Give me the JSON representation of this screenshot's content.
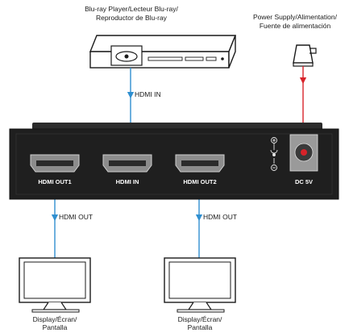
{
  "sources": {
    "bluray_label_line1": "Blu-ray Player/Lecteur Blu-ray/",
    "bluray_label_line2": "Reproductor de Blu-ray",
    "power_label_line1": "Power Supply/Alimentation/",
    "power_label_line2": "Fuente de alimentación"
  },
  "connections": {
    "hdmi_in_label": "HDMI IN",
    "hdmi_out_left_label": "HDMI OUT",
    "hdmi_out_right_label": "HDMI OUT"
  },
  "device": {
    "port1": "HDMI OUT1",
    "port2": "HDMI IN",
    "port3": "HDMI OUT2",
    "power_port": "DC 5V",
    "body_color": "#1f1f1f",
    "port_color": "#8c8c8c"
  },
  "displays": {
    "left_line1": "Display/Écran/",
    "left_line2": "Pantalla",
    "right_line1": "Display/Écran/",
    "right_line2": "Pantalla"
  },
  "colors": {
    "hdmi_line": "#2f8fd0",
    "power_line": "#d8232a"
  }
}
